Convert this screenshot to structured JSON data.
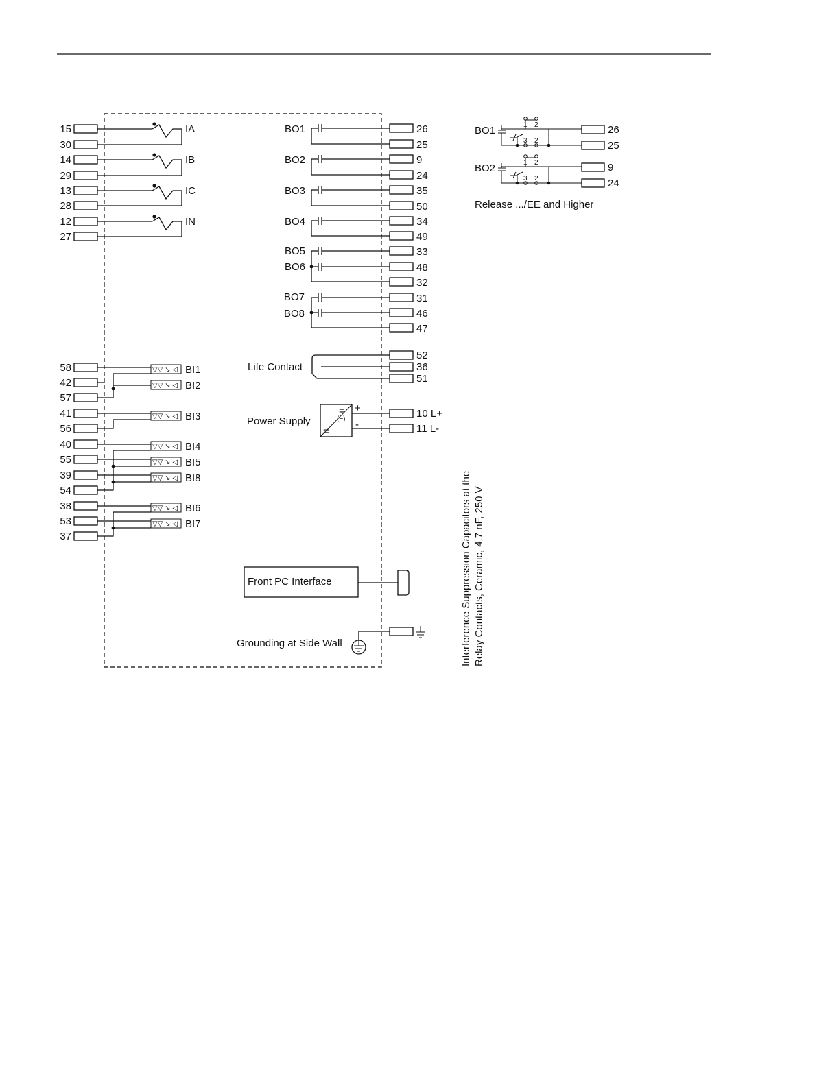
{
  "current_inputs": [
    {
      "label": "IA",
      "terminals": [
        "15",
        "30"
      ]
    },
    {
      "label": "IB",
      "terminals": [
        "14",
        "29"
      ]
    },
    {
      "label": "IC",
      "terminals": [
        "13",
        "28"
      ]
    },
    {
      "label": "IN",
      "terminals": [
        "12",
        "27"
      ]
    }
  ],
  "binary_inputs": [
    {
      "terminals": [
        "58",
        "42",
        "57"
      ],
      "inputs": [
        "BI1",
        "BI2"
      ]
    },
    {
      "terminals": [
        "41",
        "56"
      ],
      "inputs": [
        "BI3"
      ]
    },
    {
      "terminals": [
        "40",
        "55",
        "39",
        "54"
      ],
      "inputs": [
        "BI4",
        "BI5",
        "BI8"
      ]
    },
    {
      "terminals": [
        "38",
        "53",
        "37"
      ],
      "inputs": [
        "BI6",
        "BI7"
      ]
    }
  ],
  "binary_outputs": [
    {
      "labels": [
        "BO1"
      ],
      "terminals": [
        "26",
        "25"
      ]
    },
    {
      "labels": [
        "BO2"
      ],
      "terminals": [
        "9",
        "24"
      ]
    },
    {
      "labels": [
        "BO3"
      ],
      "terminals": [
        "35",
        "50"
      ]
    },
    {
      "labels": [
        "BO4"
      ],
      "terminals": [
        "34",
        "49"
      ]
    },
    {
      "labels": [
        "BO5",
        "BO6"
      ],
      "terminals": [
        "33",
        "48",
        "32"
      ]
    },
    {
      "labels": [
        "BO7",
        "BO8"
      ],
      "terminals": [
        "31",
        "46",
        "47"
      ]
    }
  ],
  "life_contact": {
    "label": "Life Contact",
    "terminals": [
      "52",
      "36",
      "51"
    ]
  },
  "power_supply": {
    "label": "Power Supply",
    "plus": "+",
    "minus": "-",
    "terminals": [
      "10 L+",
      "11 L-"
    ],
    "symbol_top": "=",
    "symbol_mid": "(~)",
    "symbol_bottom": "="
  },
  "front_pc": {
    "label": "Front PC Interface"
  },
  "grounding": {
    "label": "Grounding at Side Wall"
  },
  "release_detail": {
    "caption": "Release .../EE and Higher",
    "blocks": [
      {
        "label": "BO1",
        "terminals": [
          "26",
          "25"
        ]
      },
      {
        "label": "BO2",
        "terminals": [
          "9",
          "24"
        ]
      }
    ],
    "pins_top": [
      "1",
      "2"
    ],
    "pins_bottom": [
      "3",
      "2"
    ]
  },
  "note": [
    "Interference Suppression Capacitors at the",
    "Relay Contacts, Ceramic, 4.7 nF, 250 V"
  ]
}
